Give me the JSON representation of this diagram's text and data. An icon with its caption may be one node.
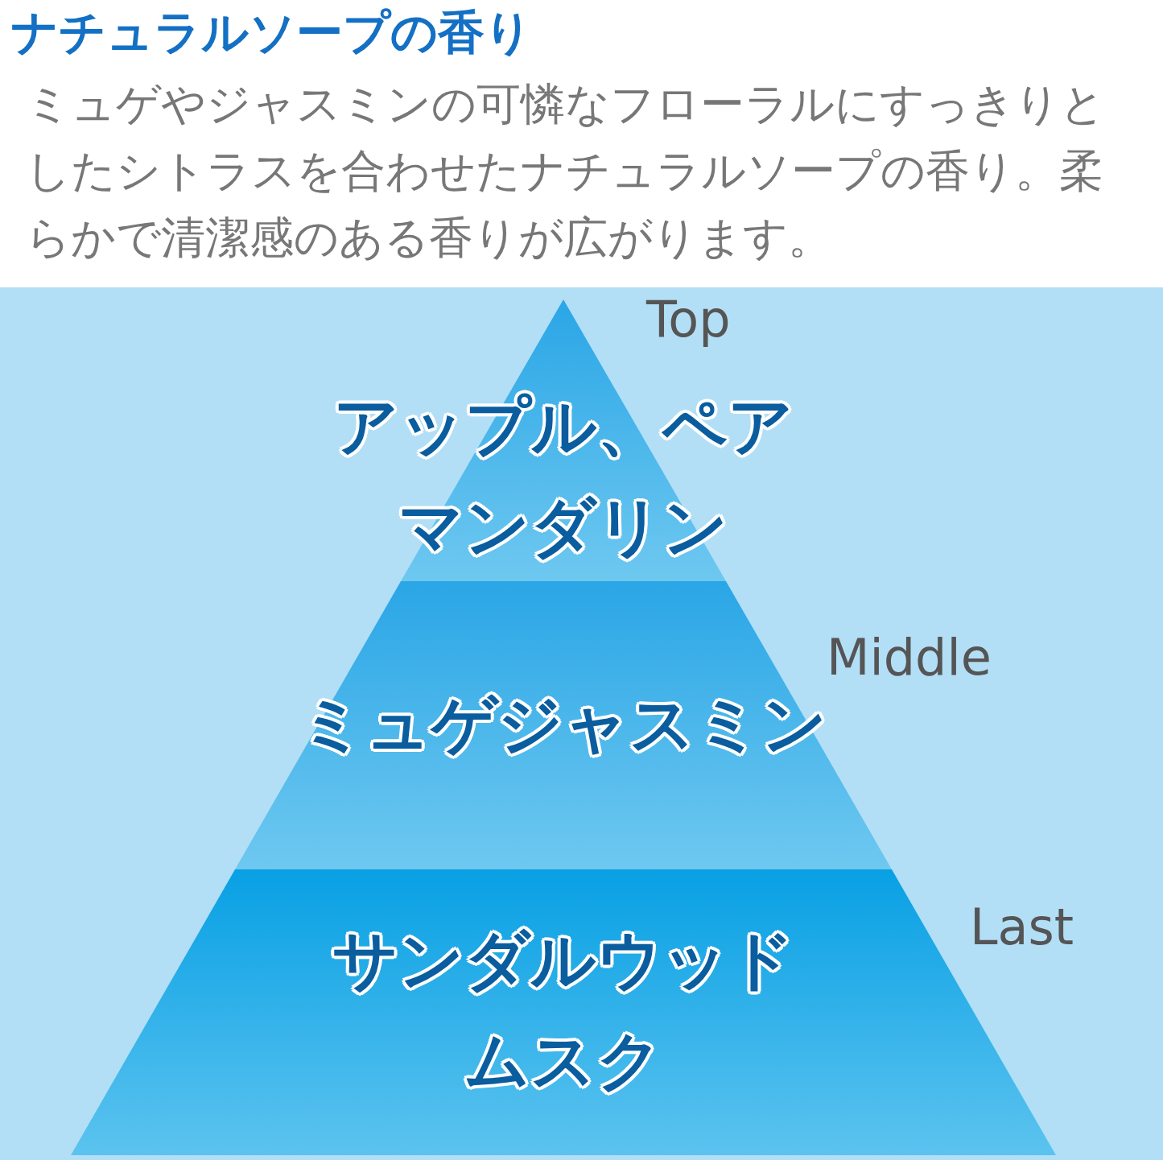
{
  "diagram": {
    "title": "ナチュラルソープの香り",
    "nodes": [
      {
        "text": [
          "アップル、ペアマンダリン"
        ],
        "beside": [
          "Top"
        ]
      },
      {
        "text": [
          "ミュゲジャスミン"
        ],
        "beside": [
          "Middle"
        ]
      },
      {
        "text": [
          "サンダルウッドムスク"
        ],
        "beside": [
          "Last"
        ]
      }
    ],
    "labels": [
      "ミュゲやジャスミンの可憐なフローラルにすっきりとしたシトラスを合わせたナチュラルソープの香り。柔らかで清潔感のある香りが広がります。"
    ]
  }
}
